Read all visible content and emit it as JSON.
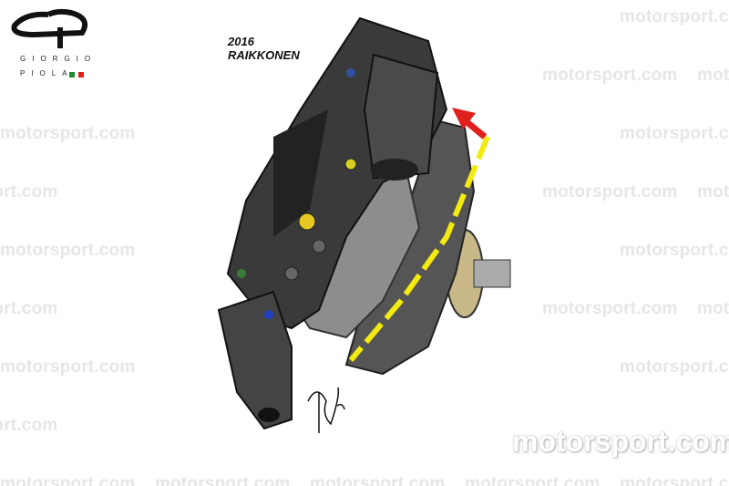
{
  "watermark_text": "motorsport.com",
  "logo": {
    "line1": "GIORGIO",
    "line2": "PIOLA",
    "flag_colors": [
      "#1a8a2a",
      "#e0201c"
    ]
  },
  "caption": {
    "year": "2016",
    "driver": "RAIKKONEN"
  },
  "colors": {
    "highlight": "#f2ea10",
    "arrow": "#e0201c"
  }
}
